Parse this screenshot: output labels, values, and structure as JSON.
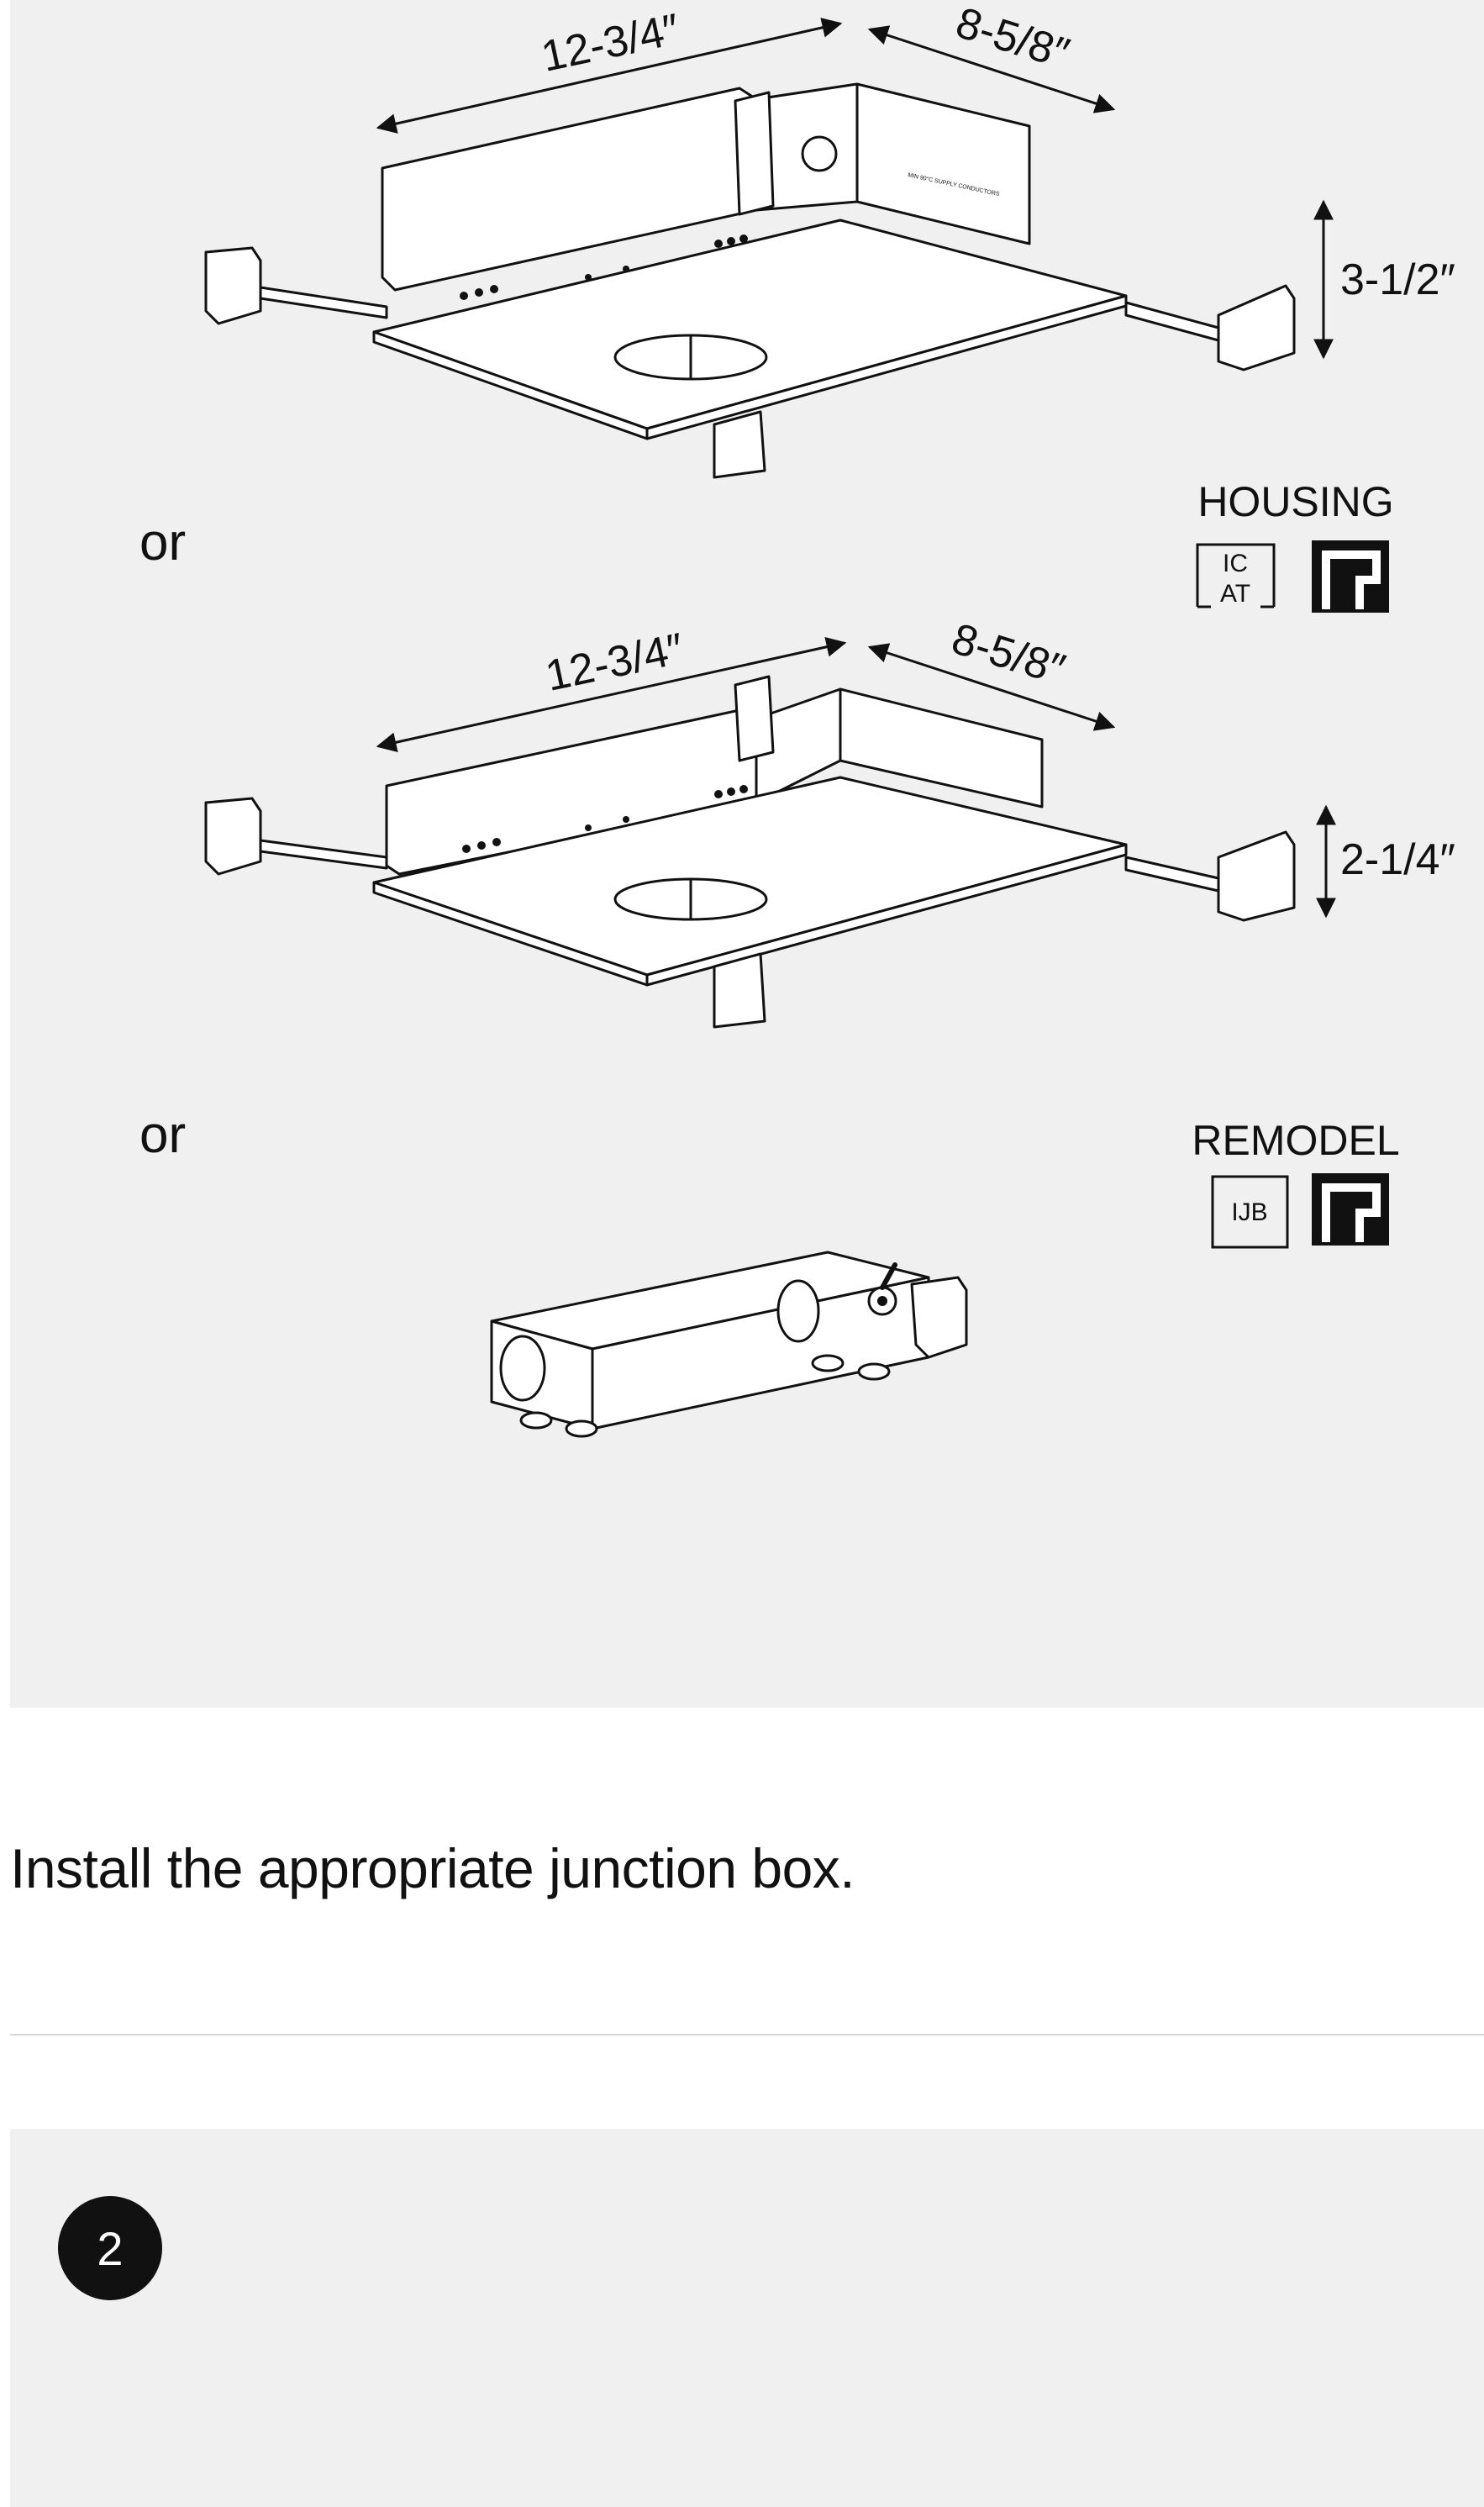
{
  "housing_new": {
    "length": "12-3/4″",
    "width": "8-5/8″",
    "height": "3-1/2″"
  },
  "separator_1": "or",
  "badge_housing": {
    "title": "HOUSING",
    "rating_line1": "IC",
    "rating_line2": "AT"
  },
  "housing_shallow": {
    "length": "12-3/4″",
    "width": "8-5/8″",
    "height": "2-1/4″"
  },
  "separator_2": "or",
  "badge_remodel": {
    "title": "REMODEL",
    "rating": "IJB"
  },
  "instruction": "Install the appropriate junction box.",
  "next_step": {
    "number": "2"
  },
  "colors": {
    "panel": "#eff0ef",
    "ink": "#111111",
    "divider": "#d6d6d6"
  }
}
